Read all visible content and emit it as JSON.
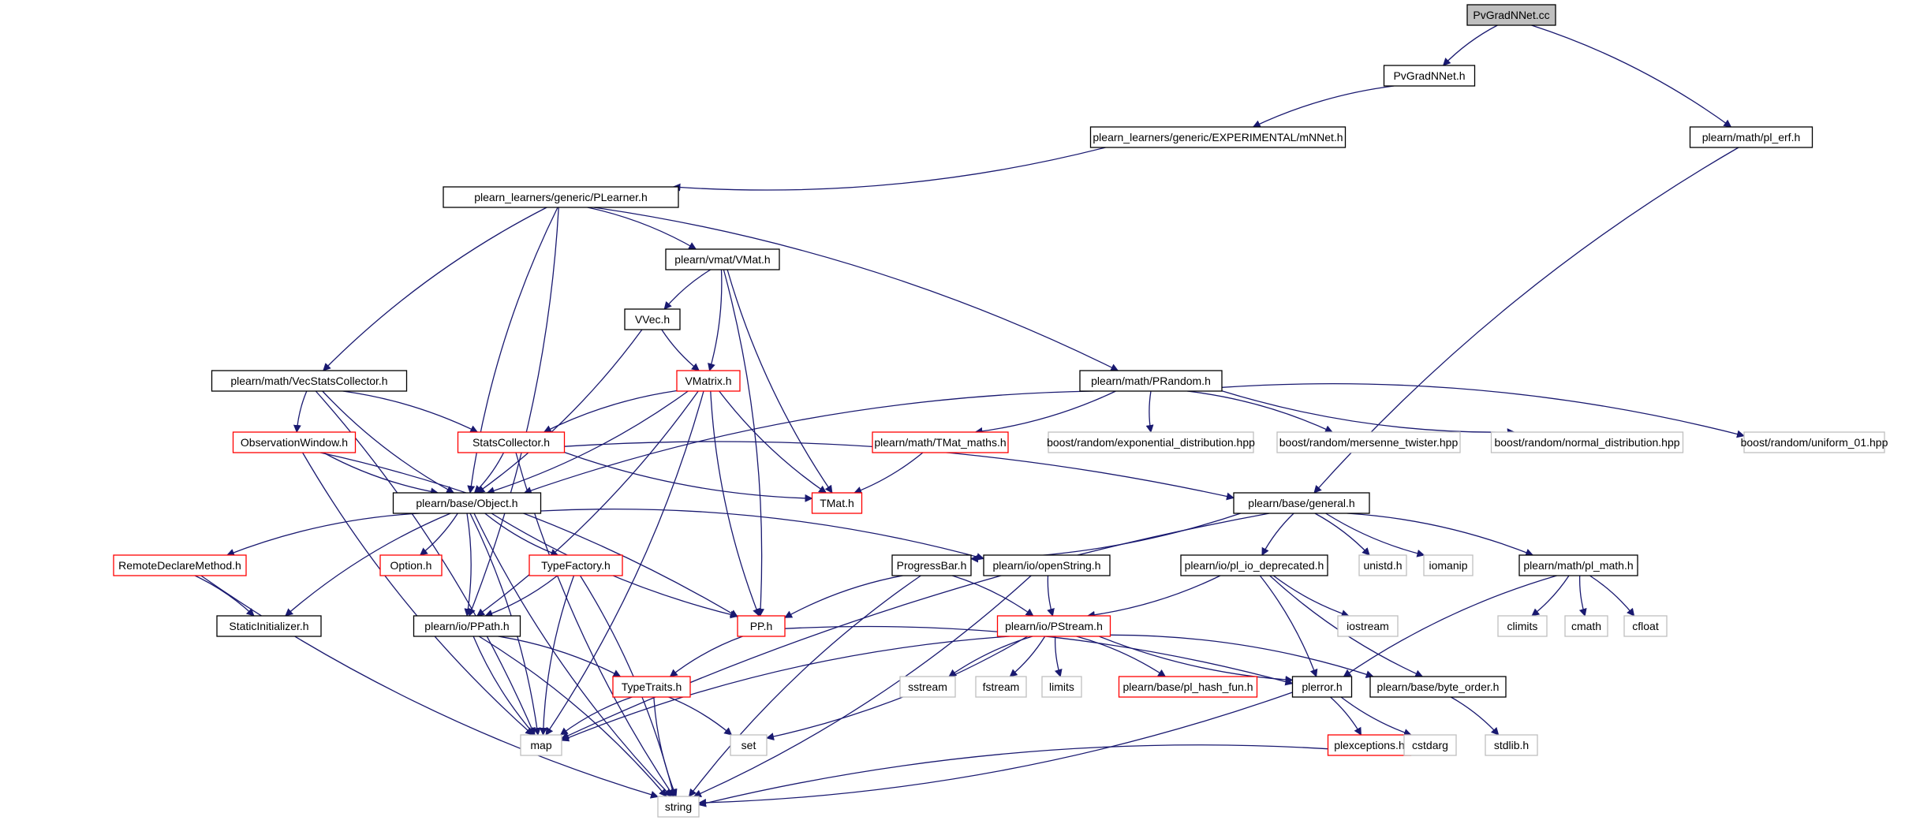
{
  "colors": {
    "edge": "#191970",
    "border_normal": "#000000",
    "border_truncated": "#ff0000",
    "border_external": "#bfbfbf",
    "fill_root": "#bfbfbf",
    "fill_default": "#ffffff"
  },
  "nodes": [
    {
      "id": "root",
      "label": "PvGradNNet.cc",
      "kind": "root"
    },
    {
      "id": "pvgradnnet_h",
      "label": "PvGradNNet.h",
      "kind": "normal"
    },
    {
      "id": "pl_erf",
      "label": "plearn/math/pl_erf.h",
      "kind": "normal"
    },
    {
      "id": "mnnet",
      "label": "plearn_learners/generic/EXPERIMENTAL/mNNet.h",
      "kind": "normal"
    },
    {
      "id": "plearner",
      "label": "plearn_learners/generic/PLearner.h",
      "kind": "normal"
    },
    {
      "id": "vmat",
      "label": "plearn/vmat/VMat.h",
      "kind": "normal"
    },
    {
      "id": "vvec",
      "label": "VVec.h",
      "kind": "normal"
    },
    {
      "id": "vecstats",
      "label": "plearn/math/VecStatsCollector.h",
      "kind": "normal"
    },
    {
      "id": "vmatrix",
      "label": "VMatrix.h",
      "kind": "truncated"
    },
    {
      "id": "prandom",
      "label": "plearn/math/PRandom.h",
      "kind": "normal"
    },
    {
      "id": "obswin",
      "label": "ObservationWindow.h",
      "kind": "truncated"
    },
    {
      "id": "statscol",
      "label": "StatsCollector.h",
      "kind": "truncated"
    },
    {
      "id": "tmatmaths",
      "label": "plearn/math/TMat_maths.h",
      "kind": "truncated"
    },
    {
      "id": "boost_exp",
      "label": "boost/random/exponential_distribution.hpp",
      "kind": "external"
    },
    {
      "id": "boost_mt",
      "label": "boost/random/mersenne_twister.hpp",
      "kind": "external"
    },
    {
      "id": "boost_norm",
      "label": "boost/random/normal_distribution.hpp",
      "kind": "external"
    },
    {
      "id": "boost_uni",
      "label": "boost/random/uniform_01.hpp",
      "kind": "external"
    },
    {
      "id": "tmat",
      "label": "TMat.h",
      "kind": "truncated"
    },
    {
      "id": "object",
      "label": "plearn/base/Object.h",
      "kind": "normal"
    },
    {
      "id": "general",
      "label": "plearn/base/general.h",
      "kind": "normal"
    },
    {
      "id": "remotedecl",
      "label": "RemoteDeclareMethod.h",
      "kind": "truncated"
    },
    {
      "id": "option",
      "label": "Option.h",
      "kind": "truncated"
    },
    {
      "id": "typefactory",
      "label": "TypeFactory.h",
      "kind": "truncated"
    },
    {
      "id": "openstring",
      "label": "plearn/io/openString.h",
      "kind": "normal"
    },
    {
      "id": "progressbar",
      "label": "ProgressBar.h",
      "kind": "normal"
    },
    {
      "id": "pliodep",
      "label": "plearn/io/pl_io_deprecated.h",
      "kind": "normal"
    },
    {
      "id": "unistd",
      "label": "unistd.h",
      "kind": "external"
    },
    {
      "id": "iomanip",
      "label": "iomanip",
      "kind": "external"
    },
    {
      "id": "plmath",
      "label": "plearn/math/pl_math.h",
      "kind": "normal"
    },
    {
      "id": "staticinit",
      "label": "StaticInitializer.h",
      "kind": "normal"
    },
    {
      "id": "ppath",
      "label": "plearn/io/PPath.h",
      "kind": "normal"
    },
    {
      "id": "pp",
      "label": "PP.h",
      "kind": "truncated"
    },
    {
      "id": "pstream",
      "label": "plearn/io/PStream.h",
      "kind": "truncated"
    },
    {
      "id": "iostream",
      "label": "iostream",
      "kind": "external"
    },
    {
      "id": "climits",
      "label": "climits",
      "kind": "external"
    },
    {
      "id": "cmath",
      "label": "cmath",
      "kind": "external"
    },
    {
      "id": "cfloat",
      "label": "cfloat",
      "kind": "external"
    },
    {
      "id": "typetraits",
      "label": "TypeTraits.h",
      "kind": "truncated"
    },
    {
      "id": "sstream",
      "label": "sstream",
      "kind": "external"
    },
    {
      "id": "fstream",
      "label": "fstream",
      "kind": "external"
    },
    {
      "id": "limits",
      "label": "limits",
      "kind": "external"
    },
    {
      "id": "hashfun",
      "label": "plearn/base/pl_hash_fun.h",
      "kind": "truncated"
    },
    {
      "id": "plerror",
      "label": "plerror.h",
      "kind": "normal"
    },
    {
      "id": "byteorder",
      "label": "plearn/base/byte_order.h",
      "kind": "normal"
    },
    {
      "id": "map",
      "label": "map",
      "kind": "external"
    },
    {
      "id": "set",
      "label": "set",
      "kind": "external"
    },
    {
      "id": "plexceptions",
      "label": "plexceptions.h",
      "kind": "truncated"
    },
    {
      "id": "cstdarg",
      "label": "cstdarg",
      "kind": "external"
    },
    {
      "id": "stdlib",
      "label": "stdlib.h",
      "kind": "external"
    },
    {
      "id": "string",
      "label": "string",
      "kind": "external"
    }
  ],
  "edges": [
    [
      "root",
      "pvgradnnet_h"
    ],
    [
      "root",
      "pl_erf"
    ],
    [
      "pvgradnnet_h",
      "mnnet"
    ],
    [
      "mnnet",
      "plearner"
    ],
    [
      "pl_erf",
      "general"
    ],
    [
      "plearner",
      "vmat"
    ],
    [
      "plearner",
      "vecstats"
    ],
    [
      "plearner",
      "prandom"
    ],
    [
      "plearner",
      "object"
    ],
    [
      "plearner",
      "ppath"
    ],
    [
      "vmat",
      "vvec"
    ],
    [
      "vmat",
      "vmatrix"
    ],
    [
      "vmat",
      "tmat"
    ],
    [
      "vmat",
      "pp"
    ],
    [
      "vvec",
      "vmatrix"
    ],
    [
      "vvec",
      "object"
    ],
    [
      "vecstats",
      "obswin"
    ],
    [
      "vecstats",
      "statscol"
    ],
    [
      "vecstats",
      "object"
    ],
    [
      "vecstats",
      "map"
    ],
    [
      "vmatrix",
      "statscol"
    ],
    [
      "vmatrix",
      "object"
    ],
    [
      "vmatrix",
      "tmat"
    ],
    [
      "vmatrix",
      "ppath"
    ],
    [
      "vmatrix",
      "pp"
    ],
    [
      "vmatrix",
      "map"
    ],
    [
      "prandom",
      "object"
    ],
    [
      "prandom",
      "tmatmaths"
    ],
    [
      "prandom",
      "boost_exp"
    ],
    [
      "prandom",
      "boost_mt"
    ],
    [
      "prandom",
      "boost_norm"
    ],
    [
      "prandom",
      "boost_uni"
    ],
    [
      "obswin",
      "object"
    ],
    [
      "obswin",
      "pp"
    ],
    [
      "obswin",
      "map"
    ],
    [
      "statscol",
      "object"
    ],
    [
      "statscol",
      "tmat"
    ],
    [
      "statscol",
      "general"
    ],
    [
      "statscol",
      "string"
    ],
    [
      "tmatmaths",
      "tmat"
    ],
    [
      "object",
      "remotedecl"
    ],
    [
      "object",
      "option"
    ],
    [
      "object",
      "typefactory"
    ],
    [
      "object",
      "openstring"
    ],
    [
      "object",
      "staticinit"
    ],
    [
      "object",
      "ppath"
    ],
    [
      "object",
      "pp"
    ],
    [
      "object",
      "map"
    ],
    [
      "object",
      "string"
    ],
    [
      "general",
      "progressbar"
    ],
    [
      "general",
      "pliodep"
    ],
    [
      "general",
      "unistd"
    ],
    [
      "general",
      "iomanip"
    ],
    [
      "general",
      "plmath"
    ],
    [
      "general",
      "map"
    ],
    [
      "remotedecl",
      "staticinit"
    ],
    [
      "remotedecl",
      "string"
    ],
    [
      "typefactory",
      "ppath"
    ],
    [
      "typefactory",
      "map"
    ],
    [
      "typefactory",
      "string"
    ],
    [
      "openstring",
      "pstream"
    ],
    [
      "openstring",
      "string"
    ],
    [
      "progressbar",
      "pp"
    ],
    [
      "progressbar",
      "pstream"
    ],
    [
      "progressbar",
      "string"
    ],
    [
      "pliodep",
      "pstream"
    ],
    [
      "pliodep",
      "iostream"
    ],
    [
      "pliodep",
      "plerror"
    ],
    [
      "pliodep",
      "byteorder"
    ],
    [
      "plmath",
      "climits"
    ],
    [
      "plmath",
      "cmath"
    ],
    [
      "plmath",
      "cfloat"
    ],
    [
      "plmath",
      "plerror"
    ],
    [
      "ppath",
      "typetraits"
    ],
    [
      "ppath",
      "map"
    ],
    [
      "ppath",
      "string"
    ],
    [
      "pp",
      "typetraits"
    ],
    [
      "pp",
      "plerror"
    ],
    [
      "pstream",
      "sstream"
    ],
    [
      "pstream",
      "fstream"
    ],
    [
      "pstream",
      "limits"
    ],
    [
      "pstream",
      "hashfun"
    ],
    [
      "pstream",
      "plerror"
    ],
    [
      "pstream",
      "byteorder"
    ],
    [
      "pstream",
      "map"
    ],
    [
      "pstream",
      "set"
    ],
    [
      "typetraits",
      "map"
    ],
    [
      "typetraits",
      "set"
    ],
    [
      "typetraits",
      "string"
    ],
    [
      "plerror",
      "plexceptions"
    ],
    [
      "plerror",
      "cstdarg"
    ],
    [
      "plerror",
      "string"
    ],
    [
      "plexceptions",
      "string"
    ],
    [
      "byteorder",
      "stdlib"
    ]
  ]
}
